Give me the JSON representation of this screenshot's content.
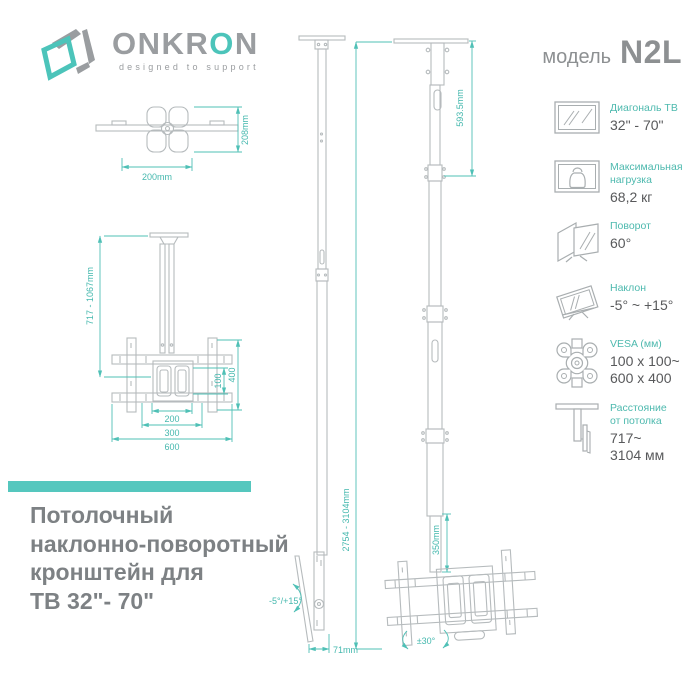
{
  "header": {
    "brand_part1": "ONKR",
    "brand_accent": "O",
    "brand_part2": "N",
    "tagline": "designed to support",
    "model_label": "модель",
    "model_value": "N2L"
  },
  "specs": [
    {
      "icon": "tv-diagonal-icon",
      "label": "Диагональ ТВ",
      "value": "32\" - 70\""
    },
    {
      "icon": "max-load-icon",
      "label": [
        "Максимальная",
        "нагрузка"
      ],
      "value": "68,2 кг"
    },
    {
      "icon": "swivel-icon",
      "label": "Поворот",
      "value": "60°"
    },
    {
      "icon": "tilt-icon",
      "label": "Наклон",
      "value": "-5° ~ +15°"
    },
    {
      "icon": "vesa-icon",
      "label": "VESA (мм)",
      "value": [
        "100 x 100~",
        "600 x 400"
      ]
    },
    {
      "icon": "ceiling-distance-icon",
      "label": [
        "Расстояние",
        "от потолка"
      ],
      "value": [
        "717~",
        "3104 мм"
      ]
    }
  ],
  "product_title": {
    "lines": [
      "Потолочный",
      "наклонно-поворотный",
      "кронштейн для",
      "ТВ 32\"- 70\""
    ]
  },
  "drawings": {
    "top_view": {
      "width": "200mm",
      "depth": "208mm"
    },
    "front_view": {
      "height_range": "717 - 1067mm",
      "vesa_height": "100",
      "bracket_height": "400",
      "w200": "200",
      "w300": "300",
      "w600": "600"
    },
    "side_view": {
      "tilt_range": "-5°/+15°",
      "profile_depth": "71mm"
    },
    "full_view": {
      "upper_pole": "593.5mm",
      "total_height": "2754 - 3104mm",
      "lower_pole": "350mm",
      "swivel_range": "±30°"
    }
  },
  "colors": {
    "accent": "#55c7be",
    "dimension": "#4fc0b6",
    "drawing_gray": "#b6bbbd",
    "logo_gray": "#9a9da0",
    "text_dark": "#58595b",
    "title_gray": "#7d8184"
  }
}
